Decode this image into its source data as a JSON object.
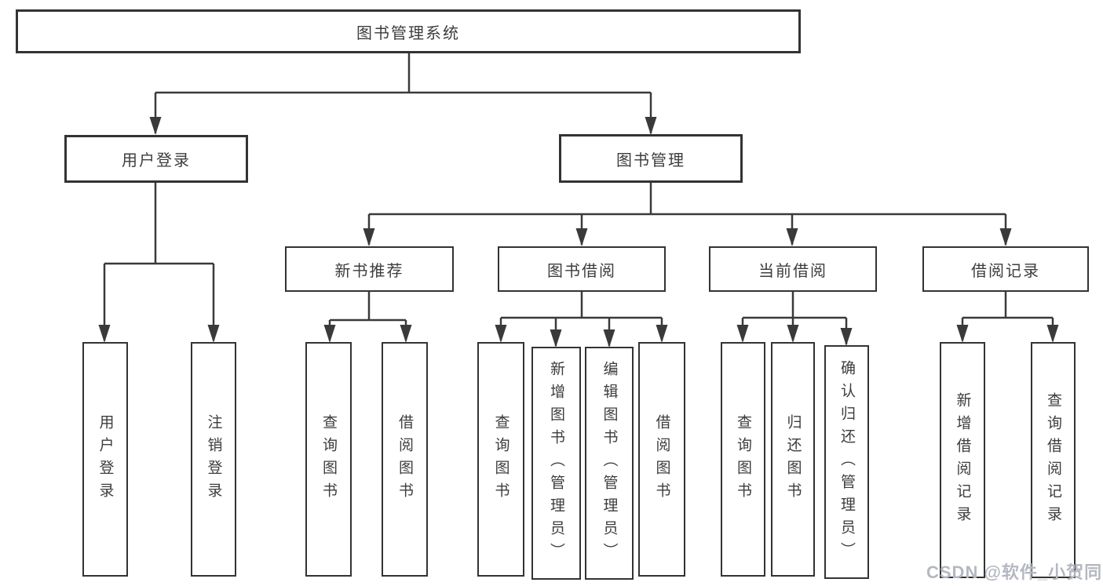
{
  "tree": {
    "label": "图书管理系统",
    "children": [
      {
        "label": "用户登录",
        "children": [
          {
            "label": "用户登录"
          },
          {
            "label": "注销登录"
          }
        ]
      },
      {
        "label": "图书管理",
        "children": [
          {
            "label": "新书推荐",
            "children": [
              {
                "label": "查询图书"
              },
              {
                "label": "借阅图书"
              }
            ]
          },
          {
            "label": "图书借阅",
            "children": [
              {
                "label": "查询图书"
              },
              {
                "label": "新增图书（管理员）"
              },
              {
                "label": "编辑图书（管理员）"
              },
              {
                "label": "借阅图书"
              }
            ]
          },
          {
            "label": "当前借阅",
            "children": [
              {
                "label": "查询图书"
              },
              {
                "label": "归还图书"
              },
              {
                "label": "确认归还（管理员）"
              }
            ]
          },
          {
            "label": "借阅记录",
            "children": [
              {
                "label": "新增借阅记录"
              },
              {
                "label": "查询借阅记录"
              }
            ]
          }
        ]
      }
    ]
  },
  "watermark": {
    "text": "CSDN @软件_小贺同学"
  },
  "colors": {
    "line": "#3a3a3a",
    "box_border": "#333333",
    "text": "#3d3d3d",
    "watermark": "#b3b8c1",
    "background": "#ffffff"
  }
}
